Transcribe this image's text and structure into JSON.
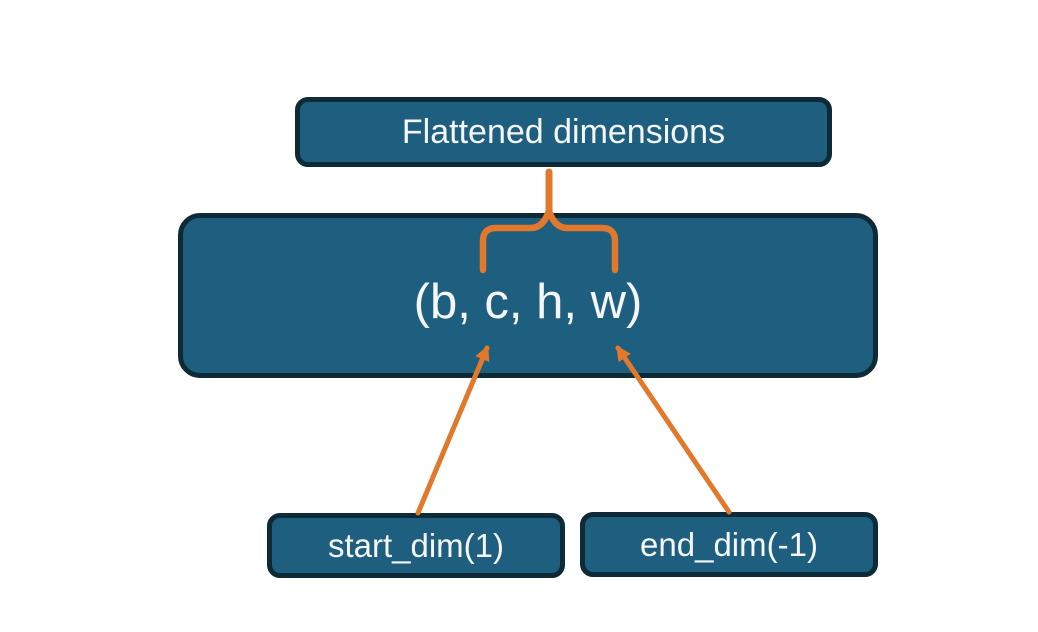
{
  "colors": {
    "background": "#FFFFFF",
    "box_fill": "#1E5F7F",
    "box_border": "#0E2A36",
    "accent_orange": "#E2782C",
    "label_text": "#F5F6F7"
  },
  "nodes": {
    "flattened": {
      "label": "Flattened dimensions"
    },
    "tensor": {
      "label": "(b, c, h, w)"
    },
    "start_dim": {
      "label": "start_dim(1)"
    },
    "end_dim": {
      "label": "end_dim(-1)"
    }
  },
  "connectors": {
    "brace": "curly-brace-over-c-h-w",
    "stem": "stem-from-flattened-dimensions-box",
    "start_arrow": "arrow-start-dim-to-c",
    "end_arrow": "arrow-end-dim-to-w"
  }
}
